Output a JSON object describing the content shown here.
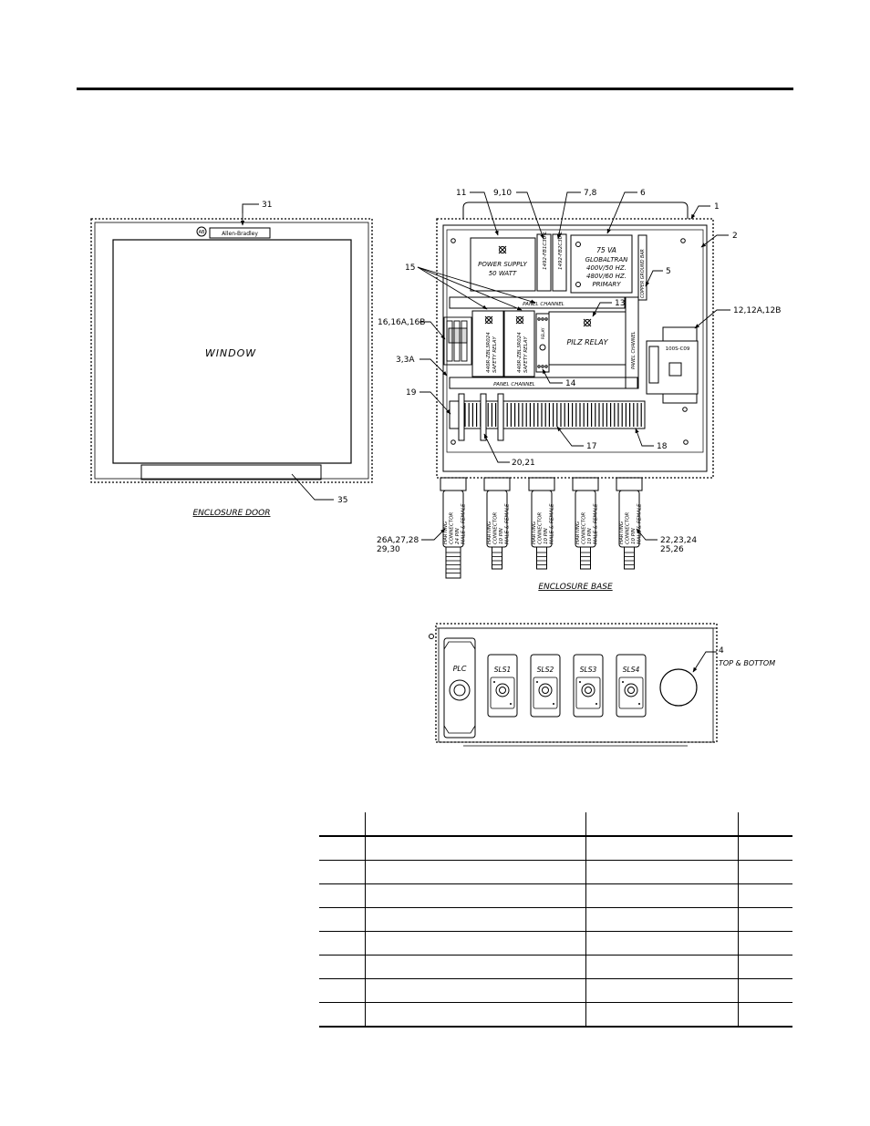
{
  "door": {
    "brand": "Allen-Bradley",
    "logo": "AB",
    "window": "WINDOW",
    "caption": "ENCLOSURE DOOR",
    "callouts": {
      "c31": "31",
      "c35": "35"
    }
  },
  "enclosure": {
    "callouts": {
      "c1": "1",
      "c2": "2",
      "c5": "5",
      "c6": "6",
      "c78": "7,8",
      "c910": "9,10",
      "c11": "11",
      "c12": "12,12A,12B",
      "c13": "13",
      "c14": "14",
      "c15": "15",
      "c16": "16,16A,16B",
      "c3": "3,3A",
      "c17": "17",
      "c18": "18",
      "c19": "19",
      "c2021": "20,21"
    },
    "power_supply": [
      "POWER SUPPLY",
      "50 WATT"
    ],
    "fuse_a": "1492-FB1C30-L",
    "fuse_b": "1492-FB2C30-L",
    "transformer": [
      "75 VA",
      "GLOBALTRAN",
      "400V/50 HZ.",
      "480V/60 HZ.",
      "PRIMARY"
    ],
    "ground_bar": "COPPER GROUND BAR",
    "panel_channel_top": "PANEL CHANNEL",
    "panel_channel_mid": "PANEL CHANNEL",
    "panel_channel_right": "PANEL CHANNEL",
    "safety_relay_1": [
      "440R-ZBL3R024",
      "SAFETY RELAY"
    ],
    "safety_relay_2": [
      "440R-ZBL3R024",
      "SAFETY RELAY"
    ],
    "small_relay": "RELAY",
    "pilz": "PILZ RELAY",
    "contactor": "100S-C09"
  },
  "base": {
    "caption": "ENCLOSURE BASE",
    "callouts": {
      "left_a": "26A,27,28",
      "left_b": "29,30",
      "right_a": "22,23,24",
      "right_b": "25,26"
    },
    "connectors": [
      [
        "HARTING",
        "CONNECTOR",
        "24 PIN",
        "MALE & FEMALE"
      ],
      [
        "HARTING",
        "CONNECTOR",
        "10 PIN",
        "MALE & FEMALE"
      ],
      [
        "HARTING",
        "CONNECTOR",
        "10 PIN",
        "MALE & FEMALE"
      ],
      [
        "HARTING",
        "CONNECTOR",
        "10 PIN",
        "MALE & FEMALE"
      ],
      [
        "HARTING",
        "CONNECTOR",
        "10 PIN",
        "MALE & FEMALE"
      ]
    ]
  },
  "top_view": {
    "callouts": {
      "c4": "4"
    },
    "top_bottom": "TOP & BOTTOM",
    "ports": [
      "PLC",
      "SLS1",
      "SLS2",
      "SLS3",
      "SLS4"
    ]
  },
  "table": {
    "headers": [
      "",
      "",
      "",
      ""
    ],
    "rows": [
      [
        "",
        "",
        "",
        ""
      ],
      [
        "",
        "",
        "",
        ""
      ],
      [
        "",
        "",
        "",
        ""
      ],
      [
        "",
        "",
        "",
        ""
      ],
      [
        "",
        "",
        "",
        ""
      ],
      [
        "",
        "",
        "",
        ""
      ],
      [
        "",
        "",
        "",
        ""
      ],
      [
        "",
        "",
        "",
        ""
      ]
    ]
  }
}
